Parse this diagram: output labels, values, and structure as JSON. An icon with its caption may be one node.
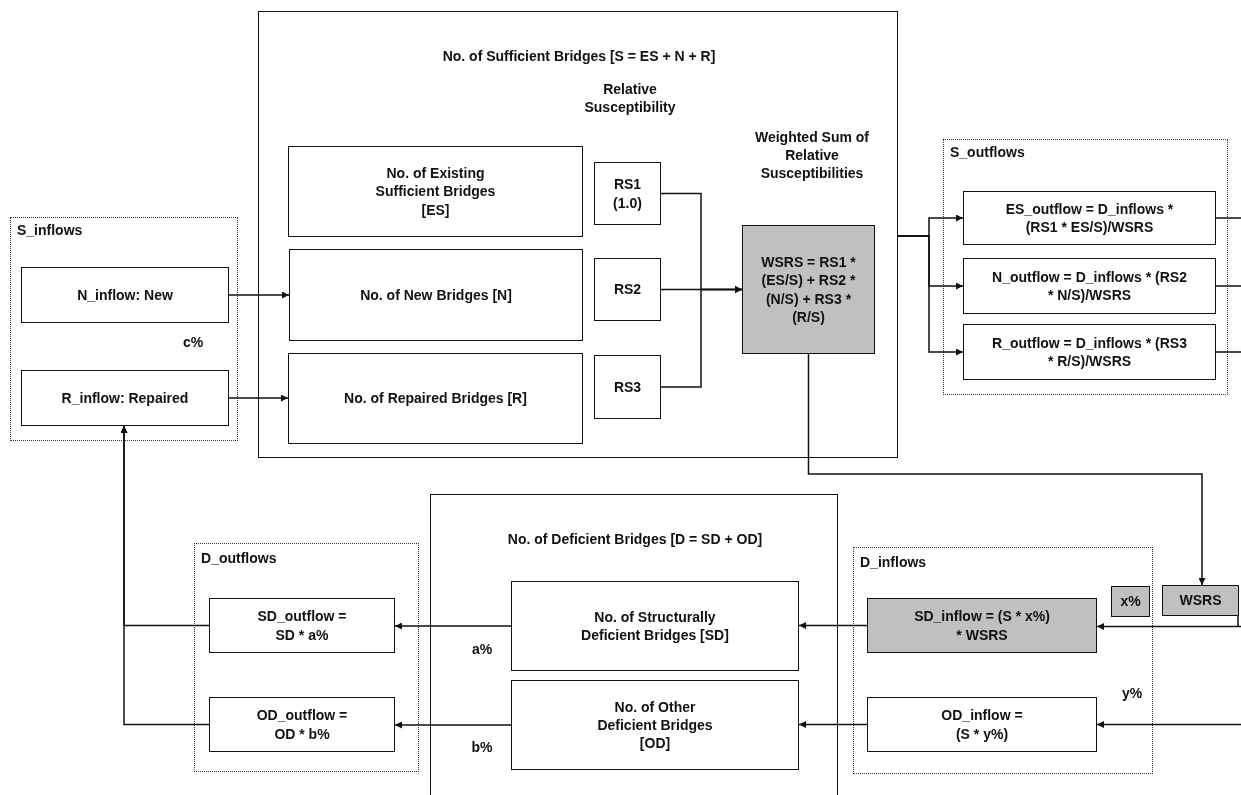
{
  "diagram": {
    "nodes": [
      {
        "text": [
          "No. of Sufficient Bridges [S = ES + N + R]"
        ]
      },
      {
        "text": [
          "No. of Existing Sufficient Bridges [ES]"
        ],
        "in": 0
      },
      {
        "text": [
          "No. of New Bridges [N]"
        ],
        "in": 0
      },
      {
        "text": [
          "No. of Repaired Bridges [R]"
        ],
        "in": 0
      },
      {
        "text": [
          "RS1 (1.0)"
        ],
        "in": 0
      },
      {
        "text": [
          "RS2"
        ],
        "in": 0
      },
      {
        "text": [
          "RS3"
        ],
        "in": 0
      },
      {
        "text": [
          "WSRS = RS1 * (ES/S) + RS2 * (N/S) + RS3 * (R/S)"
        ],
        "in": 0
      },
      {
        "text": [
          "S_inflows"
        ]
      },
      {
        "text": [
          "N_inflow: New"
        ],
        "in": 8
      },
      {
        "text": [
          "R_inflow: Repaired"
        ],
        "in": 8
      },
      {
        "text": [
          "S_outflows"
        ]
      },
      {
        "text": [
          "ES_outflow = D_inflows * (RS1 * ES/S)/WSRS"
        ],
        "in": 11
      },
      {
        "text": [
          "N_outflow = D_inflows * (RS2 * N/S)/WSRS"
        ],
        "in": 11
      },
      {
        "text": [
          "R_outflow = D_inflows * (RS3 * R/S)/WSRS"
        ],
        "in": 11
      },
      {
        "text": [
          "No. of Deficient Bridges [D = SD + OD]"
        ]
      },
      {
        "text": [
          "No. of Structurally Deficient Bridges [SD]"
        ],
        "in": 15
      },
      {
        "text": [
          "No. of Other Deficient Bridges [OD]"
        ],
        "in": 15
      },
      {
        "text": [
          "D_outflows"
        ]
      },
      {
        "text": [
          "SD_outflow = SD * a%"
        ],
        "in": 18
      },
      {
        "text": [
          "OD_outflow = OD * b%"
        ],
        "in": 18
      },
      {
        "text": [
          "D_inflows"
        ]
      },
      {
        "text": [
          "SD_inflow = (S * x%) * WSRS"
        ],
        "in": 21
      },
      {
        "text": [
          "OD_inflow = (S * y%)"
        ],
        "in": 21
      },
      {
        "text": [
          "WSRS"
        ]
      },
      {
        "text": [
          "x%"
        ],
        "in": 21
      }
    ],
    "edges": [
      {
        "from": 9,
        "to": 2,
        "arrow": "to"
      },
      {
        "from": 10,
        "to": 3,
        "arrow": "to"
      },
      {
        "from": 4,
        "to": 7,
        "arrow": "to"
      },
      {
        "from": 5,
        "to": 7,
        "arrow": "to"
      },
      {
        "from": 6,
        "to": 7,
        "arrow": "to"
      },
      {
        "from": 0,
        "to": 12,
        "arrow": "to"
      },
      {
        "from": 0,
        "to": 13,
        "arrow": "to"
      },
      {
        "from": 0,
        "to": 14,
        "arrow": "to"
      },
      {
        "from": 12,
        "to": null,
        "arrow": "none"
      },
      {
        "from": 13,
        "to": null,
        "arrow": "none"
      },
      {
        "from": 14,
        "to": null,
        "arrow": "none"
      },
      {
        "from": 7,
        "to": 24,
        "arrow": "to"
      },
      {
        "from": 24,
        "to": 22,
        "arrow": "to"
      },
      {
        "from": null,
        "to": 23,
        "arrow": "to"
      },
      {
        "from": 22,
        "to": 16,
        "arrow": "to"
      },
      {
        "from": 23,
        "to": 17,
        "arrow": "to"
      },
      {
        "from": 16,
        "to": 19,
        "arrow": "to"
      },
      {
        "from": 17,
        "to": 20,
        "arrow": "to"
      },
      {
        "from": 19,
        "to": 10,
        "arrow": "to"
      },
      {
        "from": 20,
        "to": 10,
        "arrow": "to"
      }
    ],
    "labels": [
      "Relative Susceptibility",
      "Weighted Sum of Relative Susceptibilities",
      "c%",
      "a%",
      "b%",
      "y%"
    ]
  }
}
